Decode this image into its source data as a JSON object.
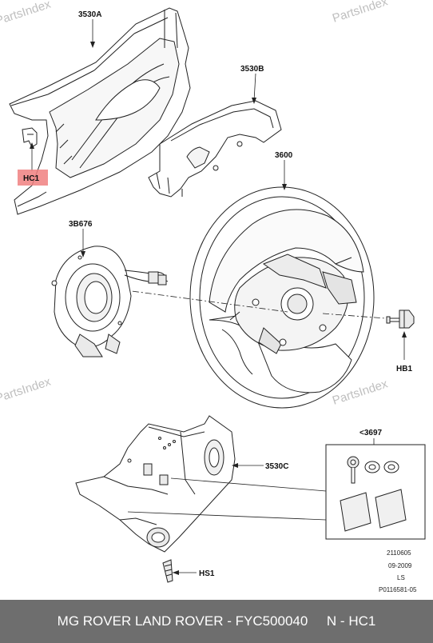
{
  "watermark": "PartsIndex",
  "labels": {
    "part_3530A": "3530A",
    "part_3530B": "3530B",
    "part_3600": "3600",
    "part_3B676": "3B676",
    "part_HB1": "HB1",
    "part_3697": "<3697",
    "part_3530C": "3530C",
    "part_HS1": "HS1",
    "highlight_HC1": "HC1"
  },
  "reference": {
    "line1": "2110605",
    "line2": "09-2009",
    "line3": "LS",
    "line4": "P0116581-05"
  },
  "footer": {
    "text": "MG ROVER LAND ROVER - FYC500040     N - HC1"
  },
  "colors": {
    "highlight": "#f08080",
    "footer_bg": "#6e6e6e"
  }
}
